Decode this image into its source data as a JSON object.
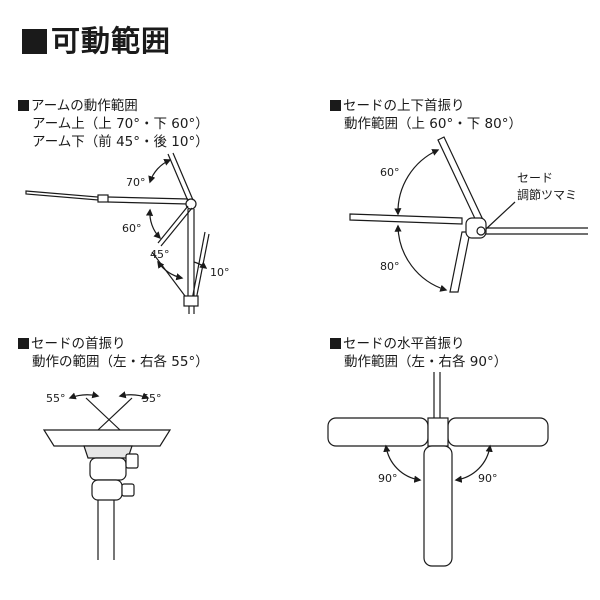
{
  "page": {
    "title": "可動範囲"
  },
  "sections": [
    {
      "heading": "アームの動作範囲",
      "lines": [
        "アーム上（上 70°・下 60°）",
        "アーム下（前 45°・後 10°）"
      ],
      "labels": {
        "up": "70°",
        "down": "60°",
        "front": "45°",
        "back": "10°"
      }
    },
    {
      "heading": "セードの上下首振り",
      "lines": [
        "動作範囲（上 60°・下 80°）"
      ],
      "labels": {
        "up": "60°",
        "down": "80°",
        "knob_line1": "セード",
        "knob_line2": "調節ツマミ"
      }
    },
    {
      "heading": "セードの首振り",
      "lines": [
        "動作の範囲（左・右各 55°）"
      ],
      "labels": {
        "left": "55°",
        "right": "55°"
      }
    },
    {
      "heading": "セードの水平首振り",
      "lines": [
        "動作範囲（左・右各 90°）"
      ],
      "labels": {
        "left": "90°",
        "right": "90°"
      }
    }
  ],
  "colors": {
    "ink": "#1a1a1a",
    "shade_fill": "#f0f0f0",
    "background": "#ffffff"
  }
}
